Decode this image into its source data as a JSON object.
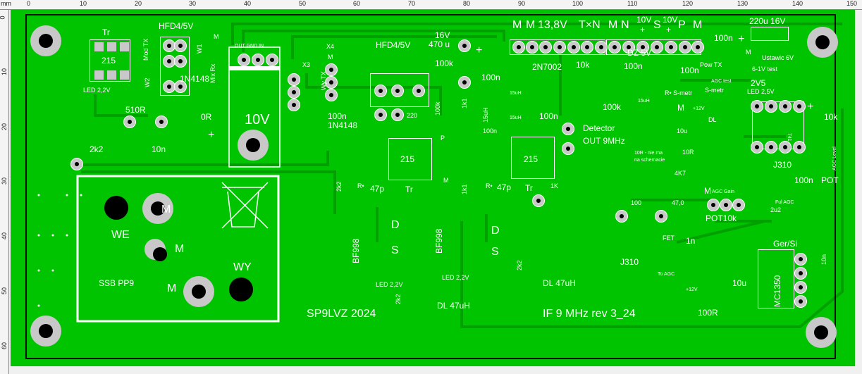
{
  "ruler": {
    "unit": "mm",
    "top_ticks": [
      "0",
      "10",
      "20",
      "30",
      "40",
      "50",
      "60",
      "70",
      "80",
      "90",
      "100",
      "110",
      "120",
      "130",
      "140",
      "150"
    ],
    "left_ticks": [
      "0",
      "10",
      "20",
      "30",
      "40",
      "50",
      "60"
    ]
  },
  "colors": {
    "board": "#00c400",
    "trace": "#00a200",
    "silk": "#ffffff",
    "pad": "#c8c8c8"
  },
  "header": {
    "pins": [
      "M",
      "M",
      "13,8V",
      "T×N",
      "M",
      "N",
      "10V",
      "S",
      "10V",
      "P",
      "M"
    ],
    "plus": "+"
  },
  "labels": [
    "Tr",
    "215",
    "LED 2,2V",
    "HFD4/5V",
    "Mod TX",
    "W2",
    "W1",
    "M",
    "Mix Rx",
    "OUT GND IN",
    "X3",
    "X4",
    "Wy TX",
    "M",
    "1N4148",
    "510R",
    "0R",
    "2k2",
    "10n",
    "10V",
    "100n",
    "1N4148",
    "HFD4/5V",
    "16V",
    "470 u",
    "100k",
    "100n",
    "15uH",
    "15uH",
    "100n",
    "2N7002",
    "10k",
    "100n",
    "100k",
    "Detector",
    "OUT 9MHz",
    "DZ 5V",
    "Pow TX",
    "M",
    "100n",
    "220u 16V",
    "Ustawic 6V",
    "AGC test",
    "6-1V test",
    "2V5",
    "LED 2,5V",
    "100n",
    "R• S-metr",
    "S-metr",
    "15uH",
    "M",
    "+12V",
    "DL",
    "10u",
    "10R - nie ma",
    "na schemacie",
    "10R",
    "4K7",
    "741",
    "10k",
    "AGC Level",
    "J310",
    "100n",
    "POT",
    "M",
    "AGC Gain",
    "Ful AGC",
    "2u2",
    "POT10k",
    "100",
    "47,0",
    "FET",
    "J310",
    "To AGC",
    "1n",
    "Ger/Si",
    "10n",
    "MC1350",
    "+12V",
    "10u",
    "100R",
    "IF 9 MHz rev 3_24",
    "DL 47uH",
    "DL 47uH",
    "SP9LVZ 2024",
    "BF998",
    "BF998",
    "D",
    "S",
    "D",
    "S",
    "LED 2,2V",
    "2k2",
    "LED 2,2V",
    "2k2",
    "215",
    "215",
    "Tr",
    "Tr",
    "2k2",
    "R•",
    "47p",
    "1k1",
    "R•",
    "47p",
    "M",
    "1K",
    "P",
    "WE",
    "M",
    "M",
    "SSB PP9",
    "M",
    "WY",
    "220",
    "100k",
    "1k1",
    "15uH",
    "100n",
    "+",
    "+",
    "+",
    "+"
  ]
}
